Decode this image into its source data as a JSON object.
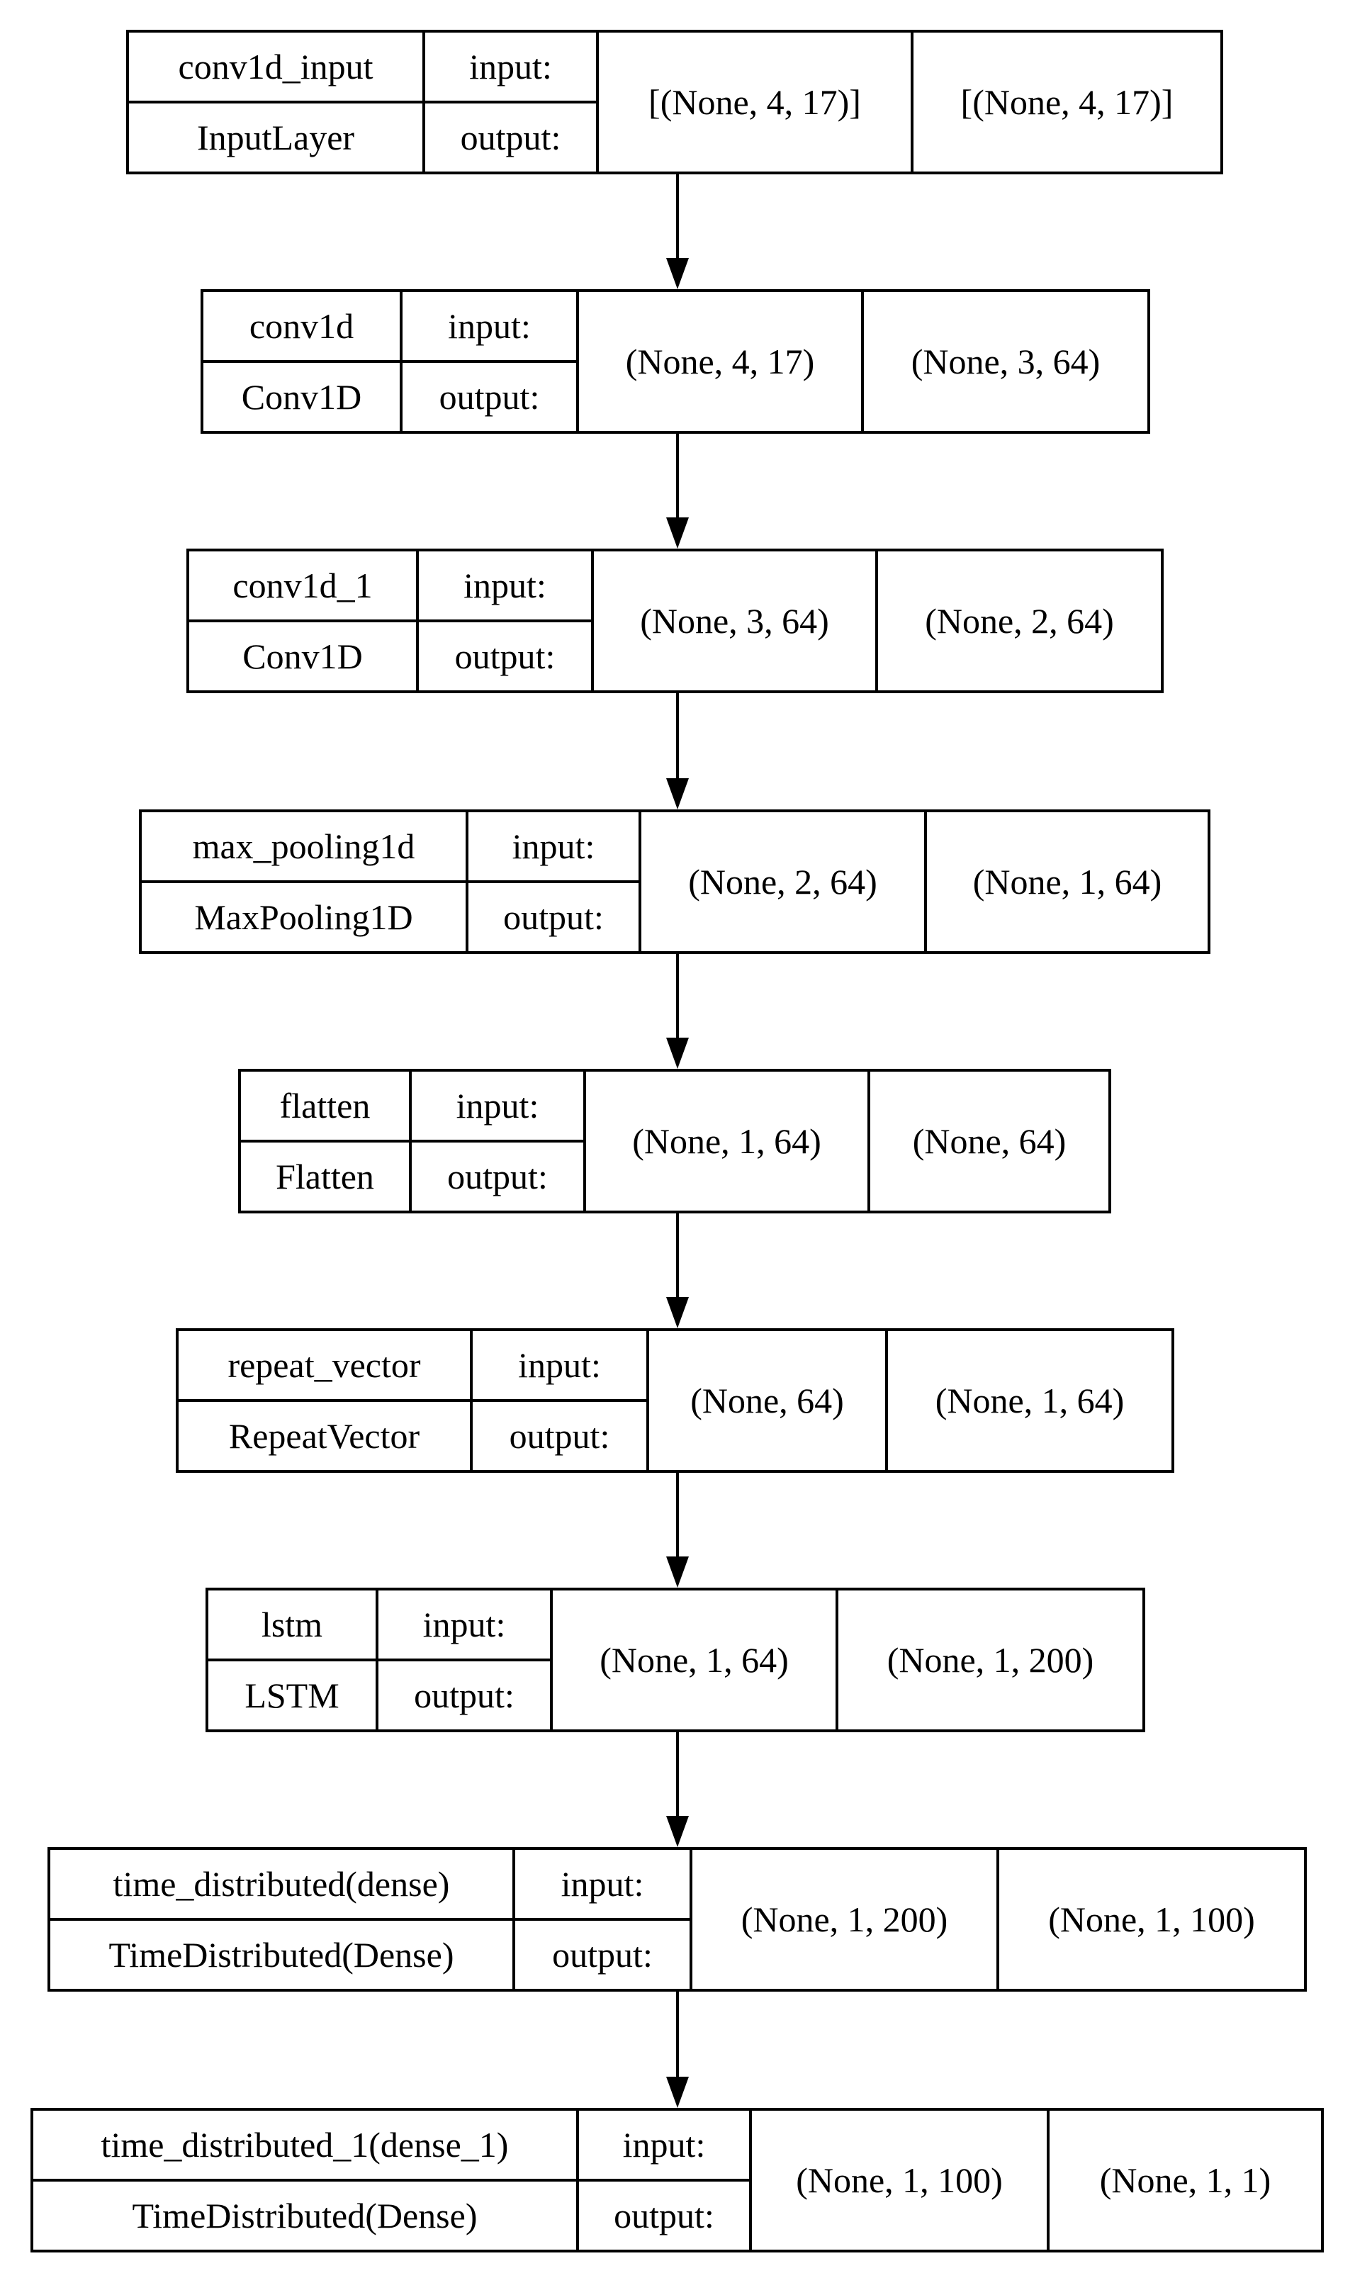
{
  "layers": [
    {
      "name": "conv1d_input",
      "type": "InputLayer",
      "input_label": "input:",
      "output_label": "output:",
      "input_shape": "[(None, 4, 17)]",
      "output_shape": "[(None, 4, 17)]"
    },
    {
      "name": "conv1d",
      "type": "Conv1D",
      "input_label": "input:",
      "output_label": "output:",
      "input_shape": "(None, 4, 17)",
      "output_shape": "(None, 3, 64)"
    },
    {
      "name": "conv1d_1",
      "type": "Conv1D",
      "input_label": "input:",
      "output_label": "output:",
      "input_shape": "(None, 3, 64)",
      "output_shape": "(None, 2, 64)"
    },
    {
      "name": "max_pooling1d",
      "type": "MaxPooling1D",
      "input_label": "input:",
      "output_label": "output:",
      "input_shape": "(None, 2, 64)",
      "output_shape": "(None, 1, 64)"
    },
    {
      "name": "flatten",
      "type": "Flatten",
      "input_label": "input:",
      "output_label": "output:",
      "input_shape": "(None, 1, 64)",
      "output_shape": "(None, 64)"
    },
    {
      "name": "repeat_vector",
      "type": "RepeatVector",
      "input_label": "input:",
      "output_label": "output:",
      "input_shape": "(None, 64)",
      "output_shape": "(None, 1, 64)"
    },
    {
      "name": "lstm",
      "type": "LSTM",
      "input_label": "input:",
      "output_label": "output:",
      "input_shape": "(None, 1, 64)",
      "output_shape": "(None, 1, 200)"
    },
    {
      "name": "time_distributed(dense)",
      "type": "TimeDistributed(Dense)",
      "input_label": "input:",
      "output_label": "output:",
      "input_shape": "(None, 1, 200)",
      "output_shape": "(None, 1, 100)"
    },
    {
      "name": "time_distributed_1(dense_1)",
      "type": "TimeDistributed(Dense)",
      "input_label": "input:",
      "output_label": "output:",
      "input_shape": "(None, 1, 100)",
      "output_shape": "(None, 1, 1)"
    }
  ],
  "edges": [
    [
      0,
      1
    ],
    [
      1,
      2
    ],
    [
      2,
      3
    ],
    [
      3,
      4
    ],
    [
      4,
      5
    ],
    [
      5,
      6
    ],
    [
      6,
      7
    ],
    [
      7,
      8
    ]
  ]
}
